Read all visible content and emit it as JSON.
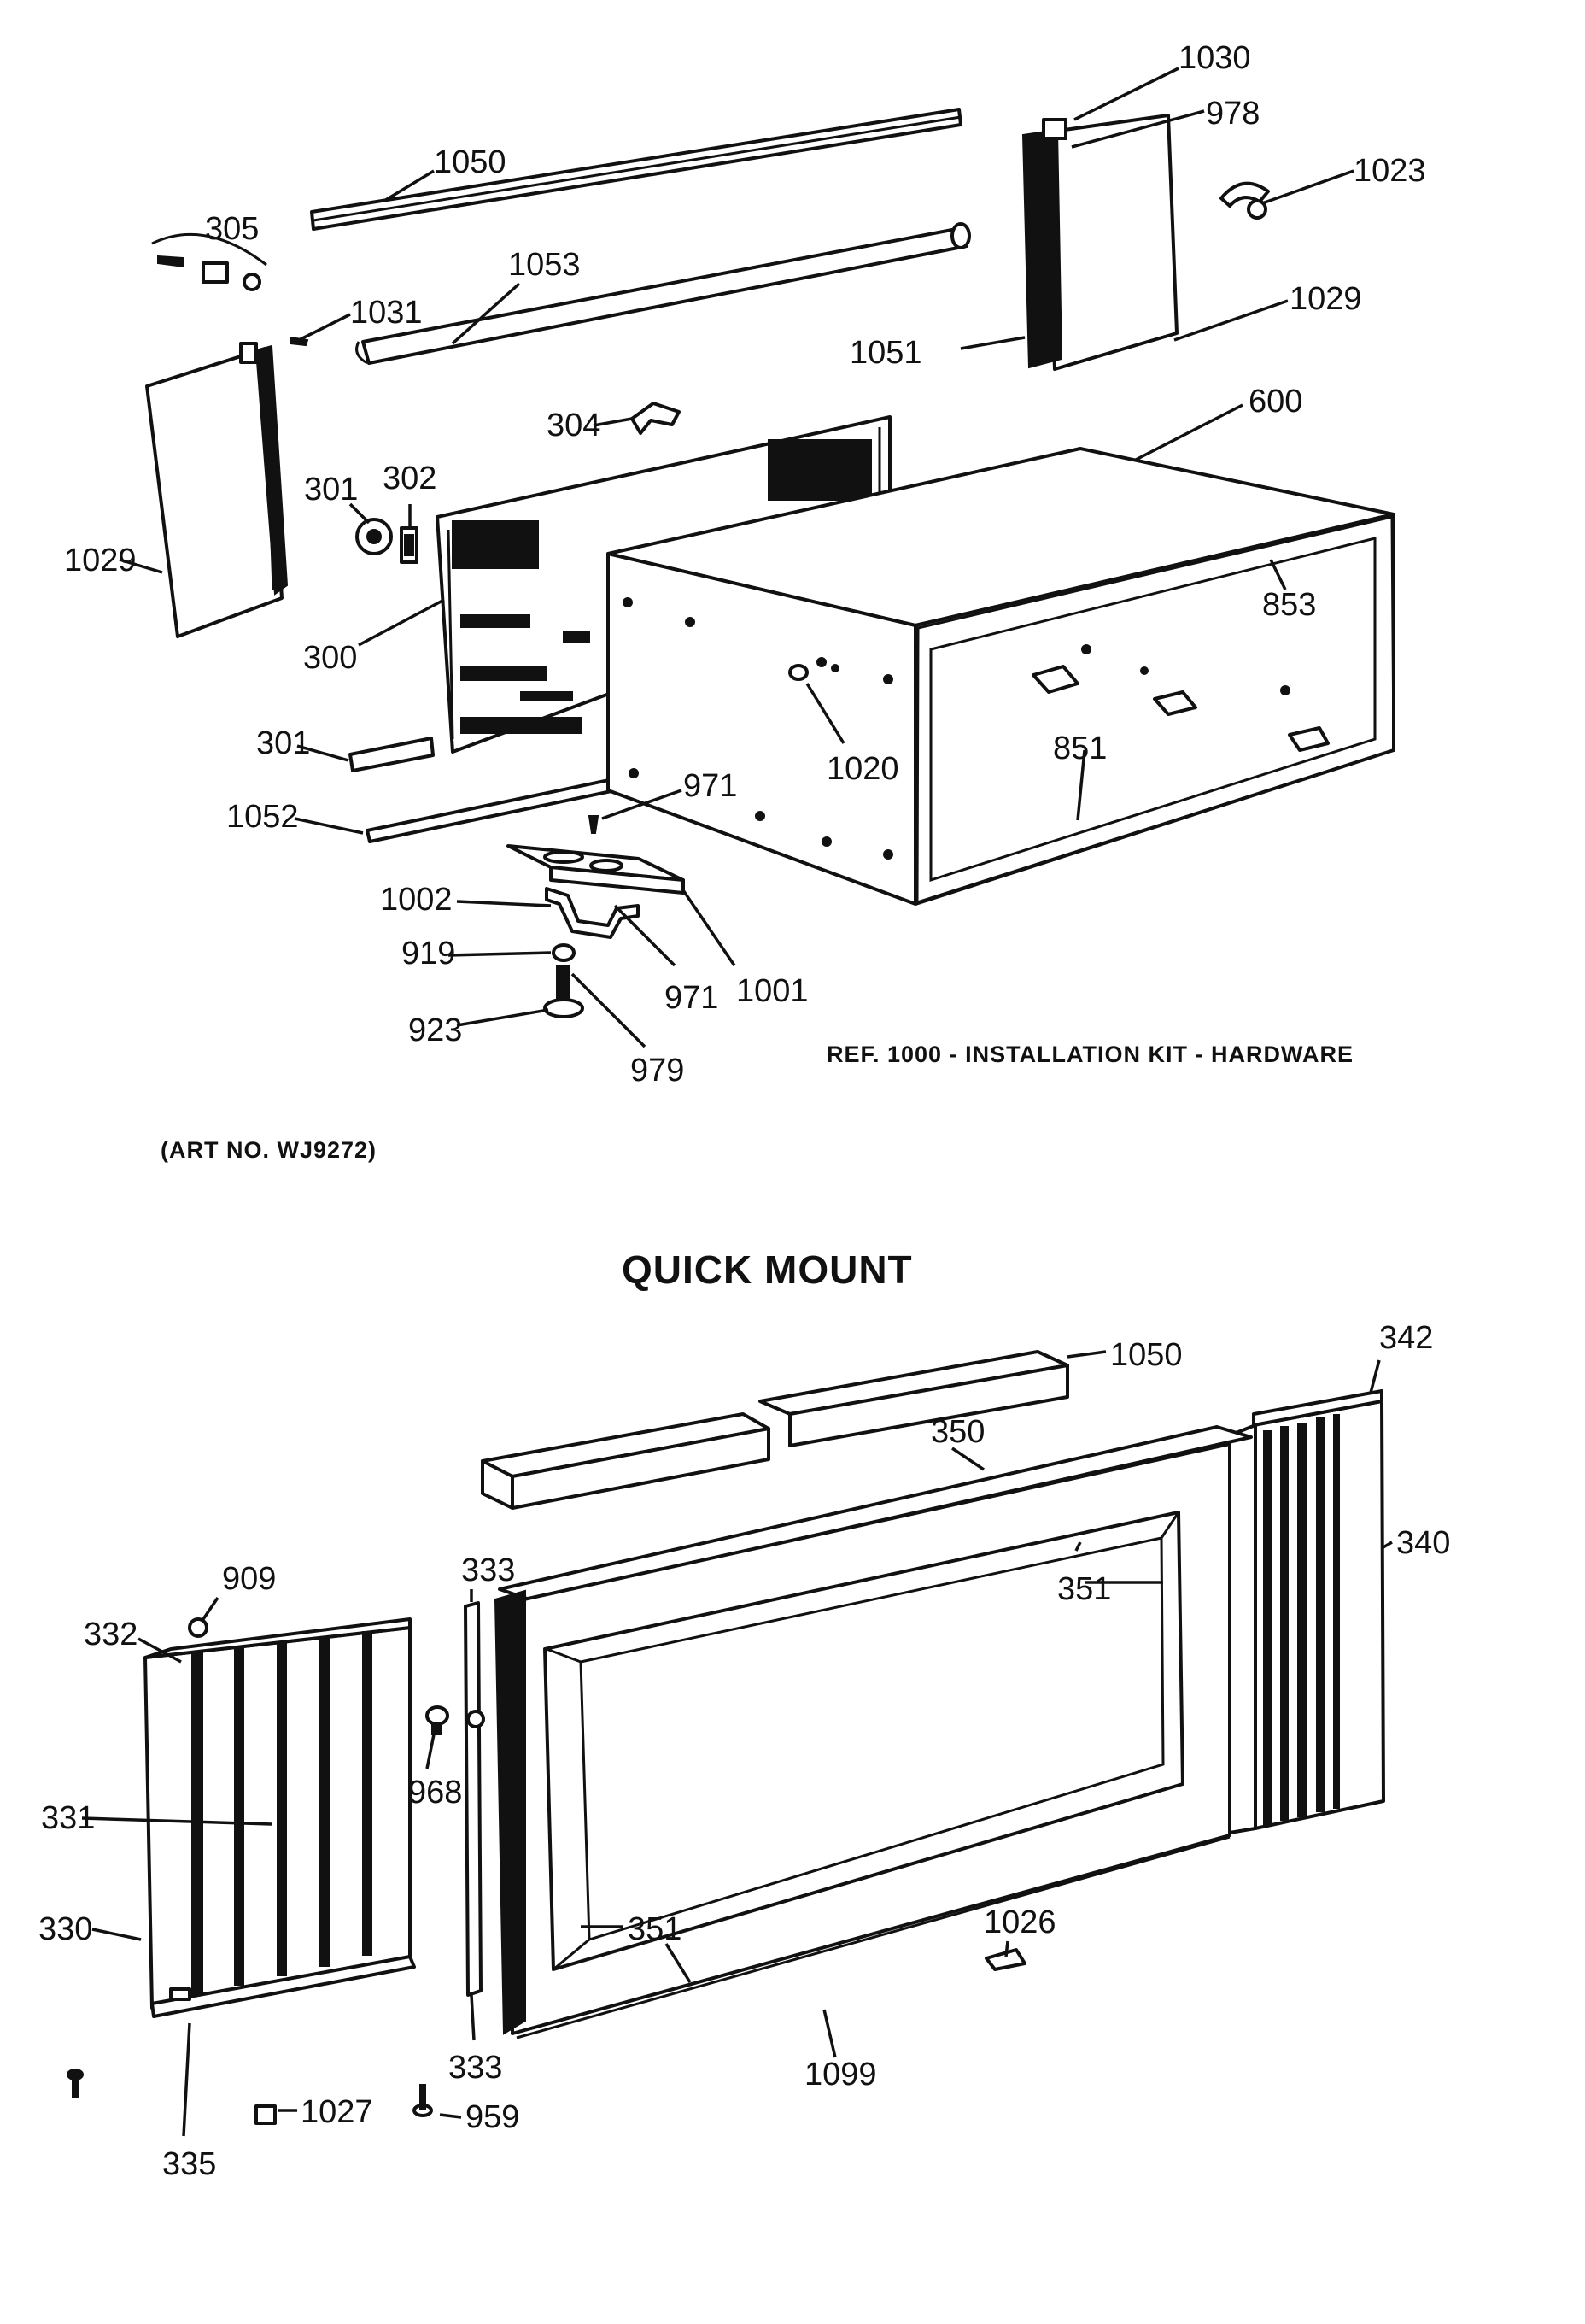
{
  "top_diagram": {
    "labels": {
      "p1030": "1030",
      "p978": "978",
      "p1050": "1050",
      "p1023": "1023",
      "p305": "305",
      "p1053": "1053",
      "p1031": "1031",
      "p1029_right": "1029",
      "p1051": "1051",
      "p600": "600",
      "p304": "304",
      "p302": "302",
      "p301_knob": "301",
      "p1029_left": "1029",
      "p853": "853",
      "p300": "300",
      "p301_strip": "301",
      "p1020": "1020",
      "p851": "851",
      "p971_upper": "971",
      "p1052": "1052",
      "p1002": "1002",
      "p919": "919",
      "p971_lower": "971",
      "p1001": "1001",
      "p923": "923",
      "p979": "979"
    },
    "ref_caption": "REF. 1000 - INSTALLATION KIT - HARDWARE",
    "art_number": "(ART NO. WJ9272)"
  },
  "bottom_diagram": {
    "title": "QUICK MOUNT",
    "labels": {
      "p1050": "1050",
      "p342": "342",
      "p350": "350",
      "p340": "340",
      "p909": "909",
      "p333_top": "333",
      "p351_top": "351",
      "p332": "332",
      "p968": "968",
      "p331": "331",
      "p351_bottom": "351",
      "p330": "330",
      "p1026": "1026",
      "p1099": "1099",
      "p333_bottom": "333",
      "p959": "959",
      "p1027": "1027",
      "p335": "335"
    }
  }
}
